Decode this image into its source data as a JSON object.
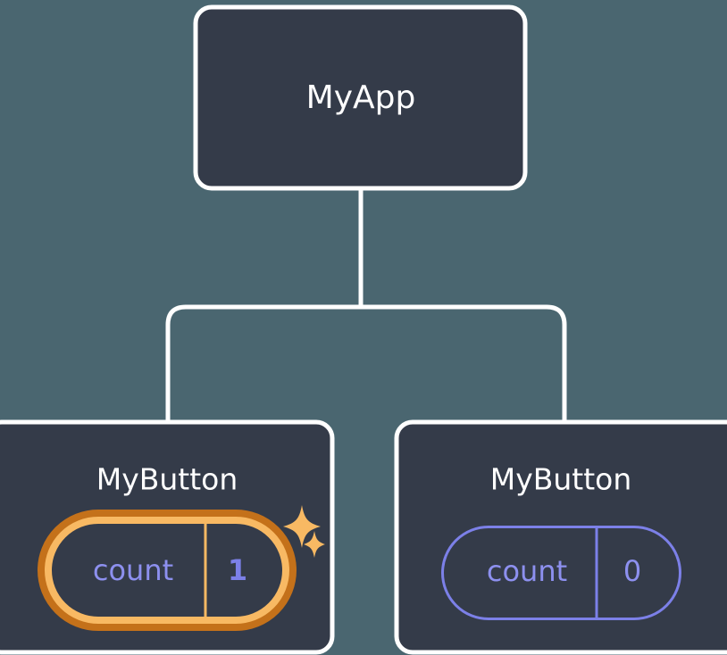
{
  "diagram": {
    "type": "component-tree",
    "title_text": "",
    "background_color": "#4a6670",
    "node_fill_color": "#343b49",
    "node_border_color": "#ffffff",
    "connector_color": "#ffffff",
    "highlight_outer_color": "#c4711a",
    "highlight_inner_color": "#f8b963",
    "state_accent_color": "#7c80e8",
    "state_label_color": "#8d90ef",
    "label_color": "#ffffff"
  },
  "root": {
    "label": "MyApp"
  },
  "children": [
    {
      "label": "MyButton",
      "highlighted": true,
      "state": {
        "key": "count",
        "value": "1"
      },
      "sparkles": 2
    },
    {
      "label": "MyButton",
      "highlighted": false,
      "state": {
        "key": "count",
        "value": "0"
      },
      "sparkles": 0
    }
  ],
  "icons": {
    "sparkle_large": "sparkle-icon",
    "sparkle_small": "sparkle-icon"
  }
}
